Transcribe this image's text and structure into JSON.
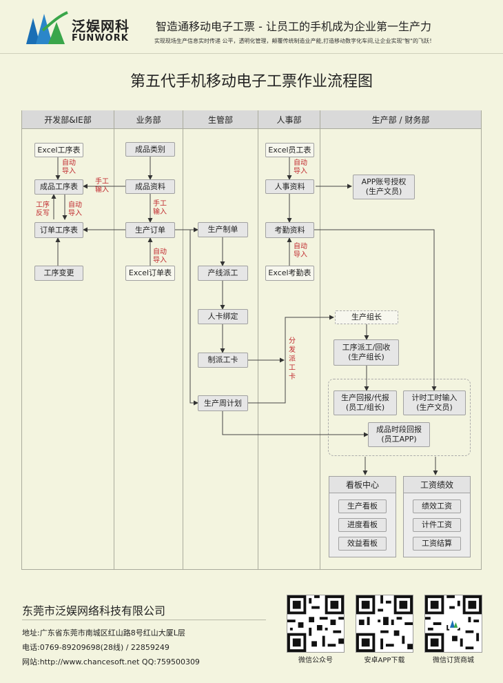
{
  "header": {
    "brand_cn": "泛娱网科",
    "brand_en": "FUNWORK",
    "slogan": "智造通移动电子工票 - 让员工的手机成为企业第一生产力",
    "subslogan": "实现现场生产信息实时传递 公平，透明化管理，颠覆传统制造业产能,打造移动数字化车间,让企业实现\"智\"的飞跃！"
  },
  "title": "第五代手机移动电子工票作业流程图",
  "lanes": [
    "开发部&IE部",
    "业务部",
    "生管部",
    "人事部",
    "生产部 / 财务部"
  ],
  "nodes": {
    "excel_process": "Excel工序表",
    "product_process": "成品工序表",
    "order_process": "订单工序表",
    "process_change": "工序变更",
    "product_category": "成品类别",
    "product_info": "成品资料",
    "production_order": "生产订单",
    "excel_order": "Excel订单表",
    "make_order": "生产制单",
    "line_dispatch": "产线派工",
    "card_bind": "人卡绑定",
    "make_card": "制派工卡",
    "weekly_plan": "生产周计划",
    "excel_staff": "Excel员工表",
    "hr_info": "人事资料",
    "attendance": "考勤资料",
    "excel_attendance": "Excel考勤表",
    "app_auth": [
      "APP账号授权",
      "(生产文员)"
    ],
    "team": "生产组长",
    "dispatch_receive": [
      "工序派工/回收",
      "(生产组长)"
    ],
    "report_back": [
      "生产回报/代报",
      "(员工/组长)"
    ],
    "time_input": [
      "计时工时输入",
      "(生产文员)"
    ],
    "period_report": [
      "成品时段回报",
      "(员工APP)"
    ]
  },
  "labels": {
    "auto_import": [
      "自动",
      "导入"
    ],
    "manual_input": [
      "手工",
      "输入"
    ],
    "feedback": [
      "工序",
      "反写"
    ],
    "distribute_card": [
      "分",
      "发",
      "派",
      "工",
      "卡"
    ]
  },
  "panels": {
    "board": {
      "title": "看板中心",
      "items": [
        "生产看板",
        "进度看板",
        "效益看板"
      ]
    },
    "salary": {
      "title": "工资绩效",
      "items": [
        "绩效工资",
        "计件工资",
        "工资结算"
      ]
    }
  },
  "footer": {
    "company": "东莞市泛娱网络科技有限公司",
    "address": "地址:广东省东莞市南城区红山路8号红山大厦L层",
    "phone": "电话:0769-89209698(28线) / 22859249",
    "web": "网站:http://www.chancesoft.net  QQ:759500309",
    "qr_captions": [
      "微信公众号",
      "安卓APP下载",
      "微信订货商城"
    ]
  },
  "colors": {
    "background": "#f3f4df",
    "label_red": "#c0282d",
    "node_gray": "#e6e6e6",
    "logo_blue": "#1a6fb5",
    "logo_green": "#3aa64a"
  }
}
